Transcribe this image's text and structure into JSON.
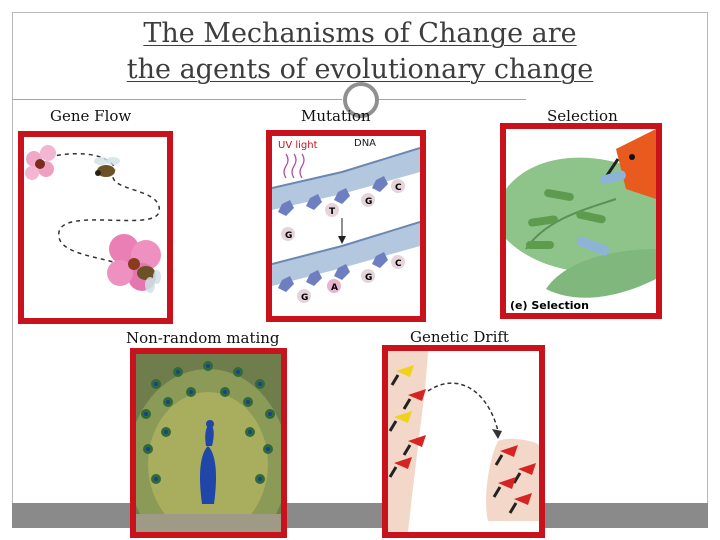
{
  "slide": {
    "title_line1": "The Mechanisms of Change are",
    "title_line2": "the agents of evolutionary change"
  },
  "labels": {
    "gene_flow": "Gene Flow",
    "mutation": "Mutation",
    "selection": "Selection",
    "non_random_mating": "Non-random mating",
    "genetic_drift": "Genetic Drift"
  },
  "mutation_panel": {
    "uv_label": "UV light",
    "dna_label": "DNA",
    "bases_top": [
      "C",
      "G",
      "T",
      "G"
    ],
    "bases_bottom": [
      "C",
      "G",
      "A",
      "G"
    ]
  },
  "selection_panel": {
    "caption": "(e) Selection"
  },
  "colors": {
    "frame_red": "#c8121c",
    "title_gray": "#3d3d3d",
    "bar_gray": "#8a8a8a"
  }
}
